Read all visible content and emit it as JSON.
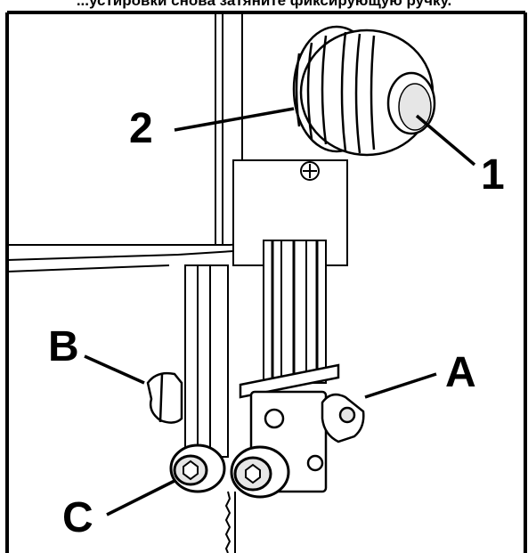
{
  "caption": "...устировки снова затяните фиксирующую ручку.",
  "callouts": {
    "c1": "1",
    "c2": "2",
    "cA": "A",
    "cB": "B",
    "cC": "C"
  },
  "colors": {
    "ink": "#000000",
    "paper": "#ffffff",
    "shade": "#e6e6e6"
  }
}
